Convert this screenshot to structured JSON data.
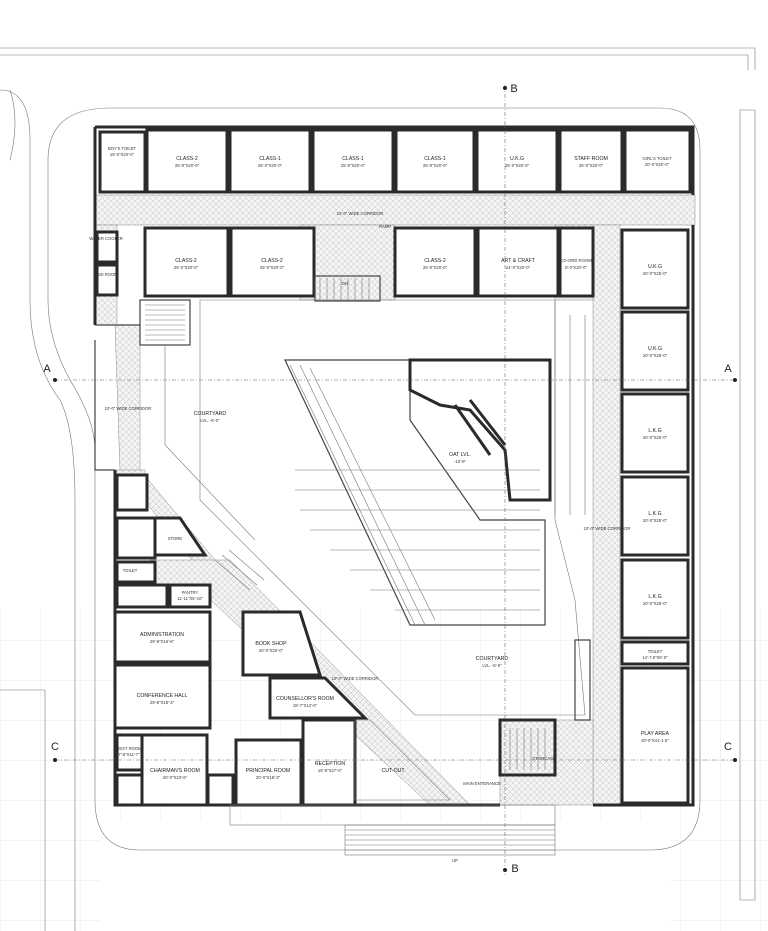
{
  "rooms": {
    "boys_toilet": {
      "name": "BOY'S TOILET",
      "dim": "15'-0\"X20'-0\""
    },
    "class_top_1": {
      "name": "CLASS-2",
      "dim": "25'-0\"X20'-0\""
    },
    "class_top_2": {
      "name": "CLASS-1",
      "dim": "25'-0\"X20'-0\""
    },
    "class_top_3": {
      "name": "CLASS-1",
      "dim": "25'-0\"X20'-0\""
    },
    "class_top_4": {
      "name": "CLASS-1",
      "dim": "25'-0\"X20'-0\""
    },
    "ukg_top": {
      "name": "U.K.G",
      "dim": "25'-0\"X20'-0\""
    },
    "staff_room": {
      "name": "STAFF ROOM",
      "dim": "25'-0\"X20'-0\""
    },
    "girls_toilet": {
      "name": "GIRL'S TOILET",
      "dim": "20'-0\"X20'-0\""
    },
    "class_mid_1": {
      "name": "CLASS-2",
      "dim": "25'-0\"X20'-0\""
    },
    "class_mid_2": {
      "name": "CLASS-2",
      "dim": "25'-0\"X20'-0\""
    },
    "class_mid_3": {
      "name": "CLASS-2",
      "dim": "25'-0\"X20'-0\""
    },
    "art_craft": {
      "name": "ART & CRAFT",
      "dim": "24'-0\"X20'-0\""
    },
    "coord_room": {
      "name": "CO-ORD ROOM",
      "dim": "8'-0\"X20'-0\""
    },
    "ukg_r1": {
      "name": "U.K.G",
      "dim": "20'-0\"X25'-0\""
    },
    "ukg_r2": {
      "name": "U.K.G",
      "dim": "20'-0\"X25'-0\""
    },
    "lkg_r1": {
      "name": "L.K.G",
      "dim": "20'-0\"X25'-0\""
    },
    "lkg_r2": {
      "name": "L.K.G",
      "dim": "20'-0\"X25'-0\""
    },
    "lkg_r3": {
      "name": "L.K.G",
      "dim": "20'-0\"X25'-0\""
    },
    "toilet_r": {
      "name": "TOILET",
      "dim": "14'-7.5\"X6'-0\""
    },
    "play_area": {
      "name": "PLAY AREA",
      "dim": "20'-0\"X41'-1.5\""
    },
    "administration": {
      "name": "ADMINISTRATION",
      "dim": "29'-8\"X16'-6\""
    },
    "conference_hall": {
      "name": "CONFERENCE HALL",
      "dim": "29'-8\"X18'-3\""
    },
    "chairmans_room": {
      "name": "CHAIRMAN'S ROOM",
      "dim": "20'-0\"X23'-6\""
    },
    "principal_room": {
      "name": "PRINCIPAL ROOM",
      "dim": "20'-0\"X18'-3\""
    },
    "reception": {
      "name": "RECEPTION",
      "dim": "18'-8\"X27'-0\""
    },
    "book_shop": {
      "name": "BOOK SHOP",
      "dim": "20'-0\"X20'-0\""
    },
    "counsellors_room": {
      "name": "COUNSELLOR'S ROOM",
      "dim": "18'-7\"X12'-0\""
    },
    "pantry": {
      "name": "PANTRY",
      "dim": "11'-11\"X5'-10\""
    },
    "rest_room": {
      "name": "REST ROOM",
      "dim": "7'-9\"X11'-7\""
    }
  },
  "labels": {
    "corridor_top": "10'-0\" WIDE CORRIDOR",
    "corridor_left": "10'-0\" WIDE CORRIDOR",
    "corridor_right": "10'-0\" WIDE CORRIDOR",
    "corridor_diag": "10'-0\" WIDE CORRIDOR",
    "courtyard_1": "COURTYARD",
    "courtyard_1_lvl": "LVL. -6'-0\"",
    "courtyard_2": "COURTYARD",
    "courtyard_2_lvl": "LVL. -6'-0\"",
    "oat": "OAT LVL.",
    "oat_lvl": "-10'-6\"",
    "cut_out": "CUT-OUT",
    "main_entrance": "MAIN ENTERANCE",
    "staircase": "STAIRCASE",
    "ramp": "RAMP",
    "up": "UP",
    "dn": "DN",
    "water_cooler": "WATER COOLER",
    "med_room": "MED ROOM",
    "toilet": "TOILET",
    "store": "STORE",
    "sec_a": "A",
    "sec_b": "B",
    "sec_c": "C"
  }
}
